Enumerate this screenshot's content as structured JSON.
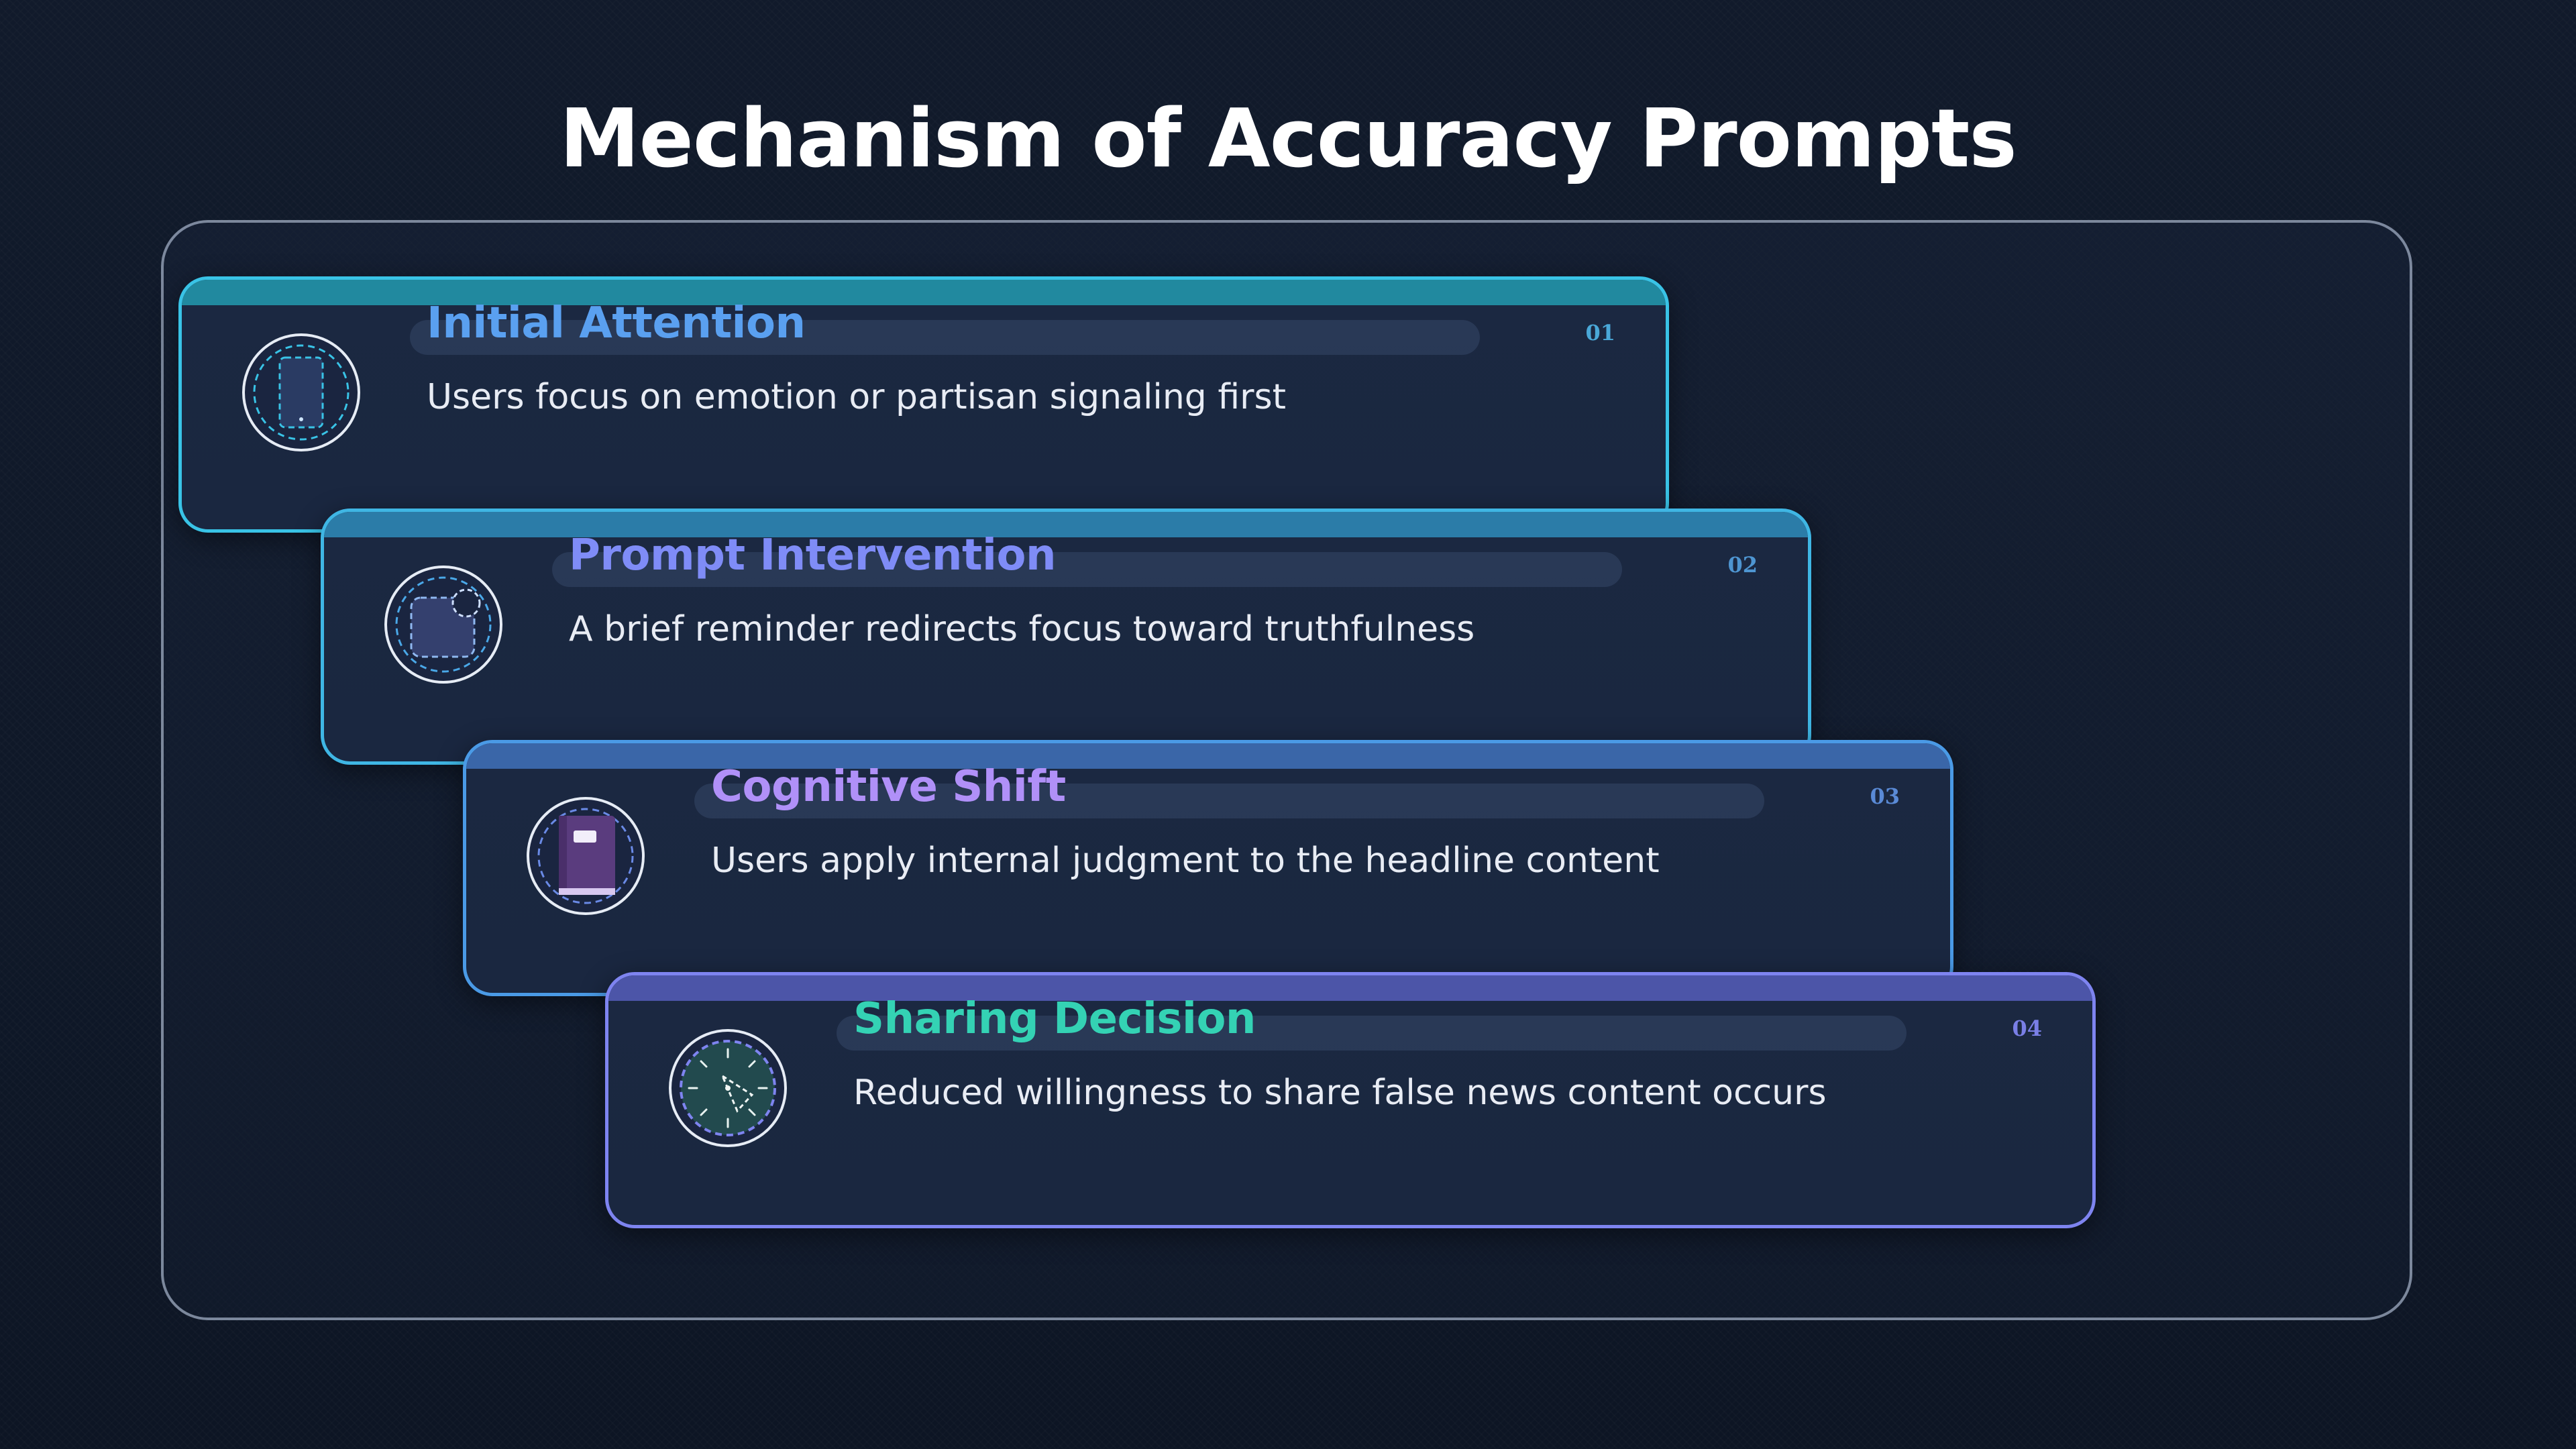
{
  "title": "Mechanism of Accuracy Prompts",
  "steps": [
    {
      "heading": "Initial Attention",
      "description": "Users focus on emotion or partisan signaling first",
      "number": "01",
      "icon": "tablet-icon"
    },
    {
      "heading": "Prompt Intervention",
      "description": "A brief reminder redirects focus toward truthfulness",
      "number": "02",
      "icon": "chat-bubble-icon"
    },
    {
      "heading": "Cognitive Shift",
      "description": "Users apply internal judgment to the headline content",
      "number": "03",
      "icon": "book-icon"
    },
    {
      "heading": "Sharing Decision",
      "description": "Reduced willingness to share false news content occurs",
      "number": "04",
      "icon": "compass-icon"
    }
  ],
  "colors": {
    "background": "#111a2b",
    "step1_heading": "#5aa0f0",
    "step2_heading": "#7f8cf7",
    "step3_heading": "#b090f8",
    "step4_heading": "#34d2b4"
  }
}
